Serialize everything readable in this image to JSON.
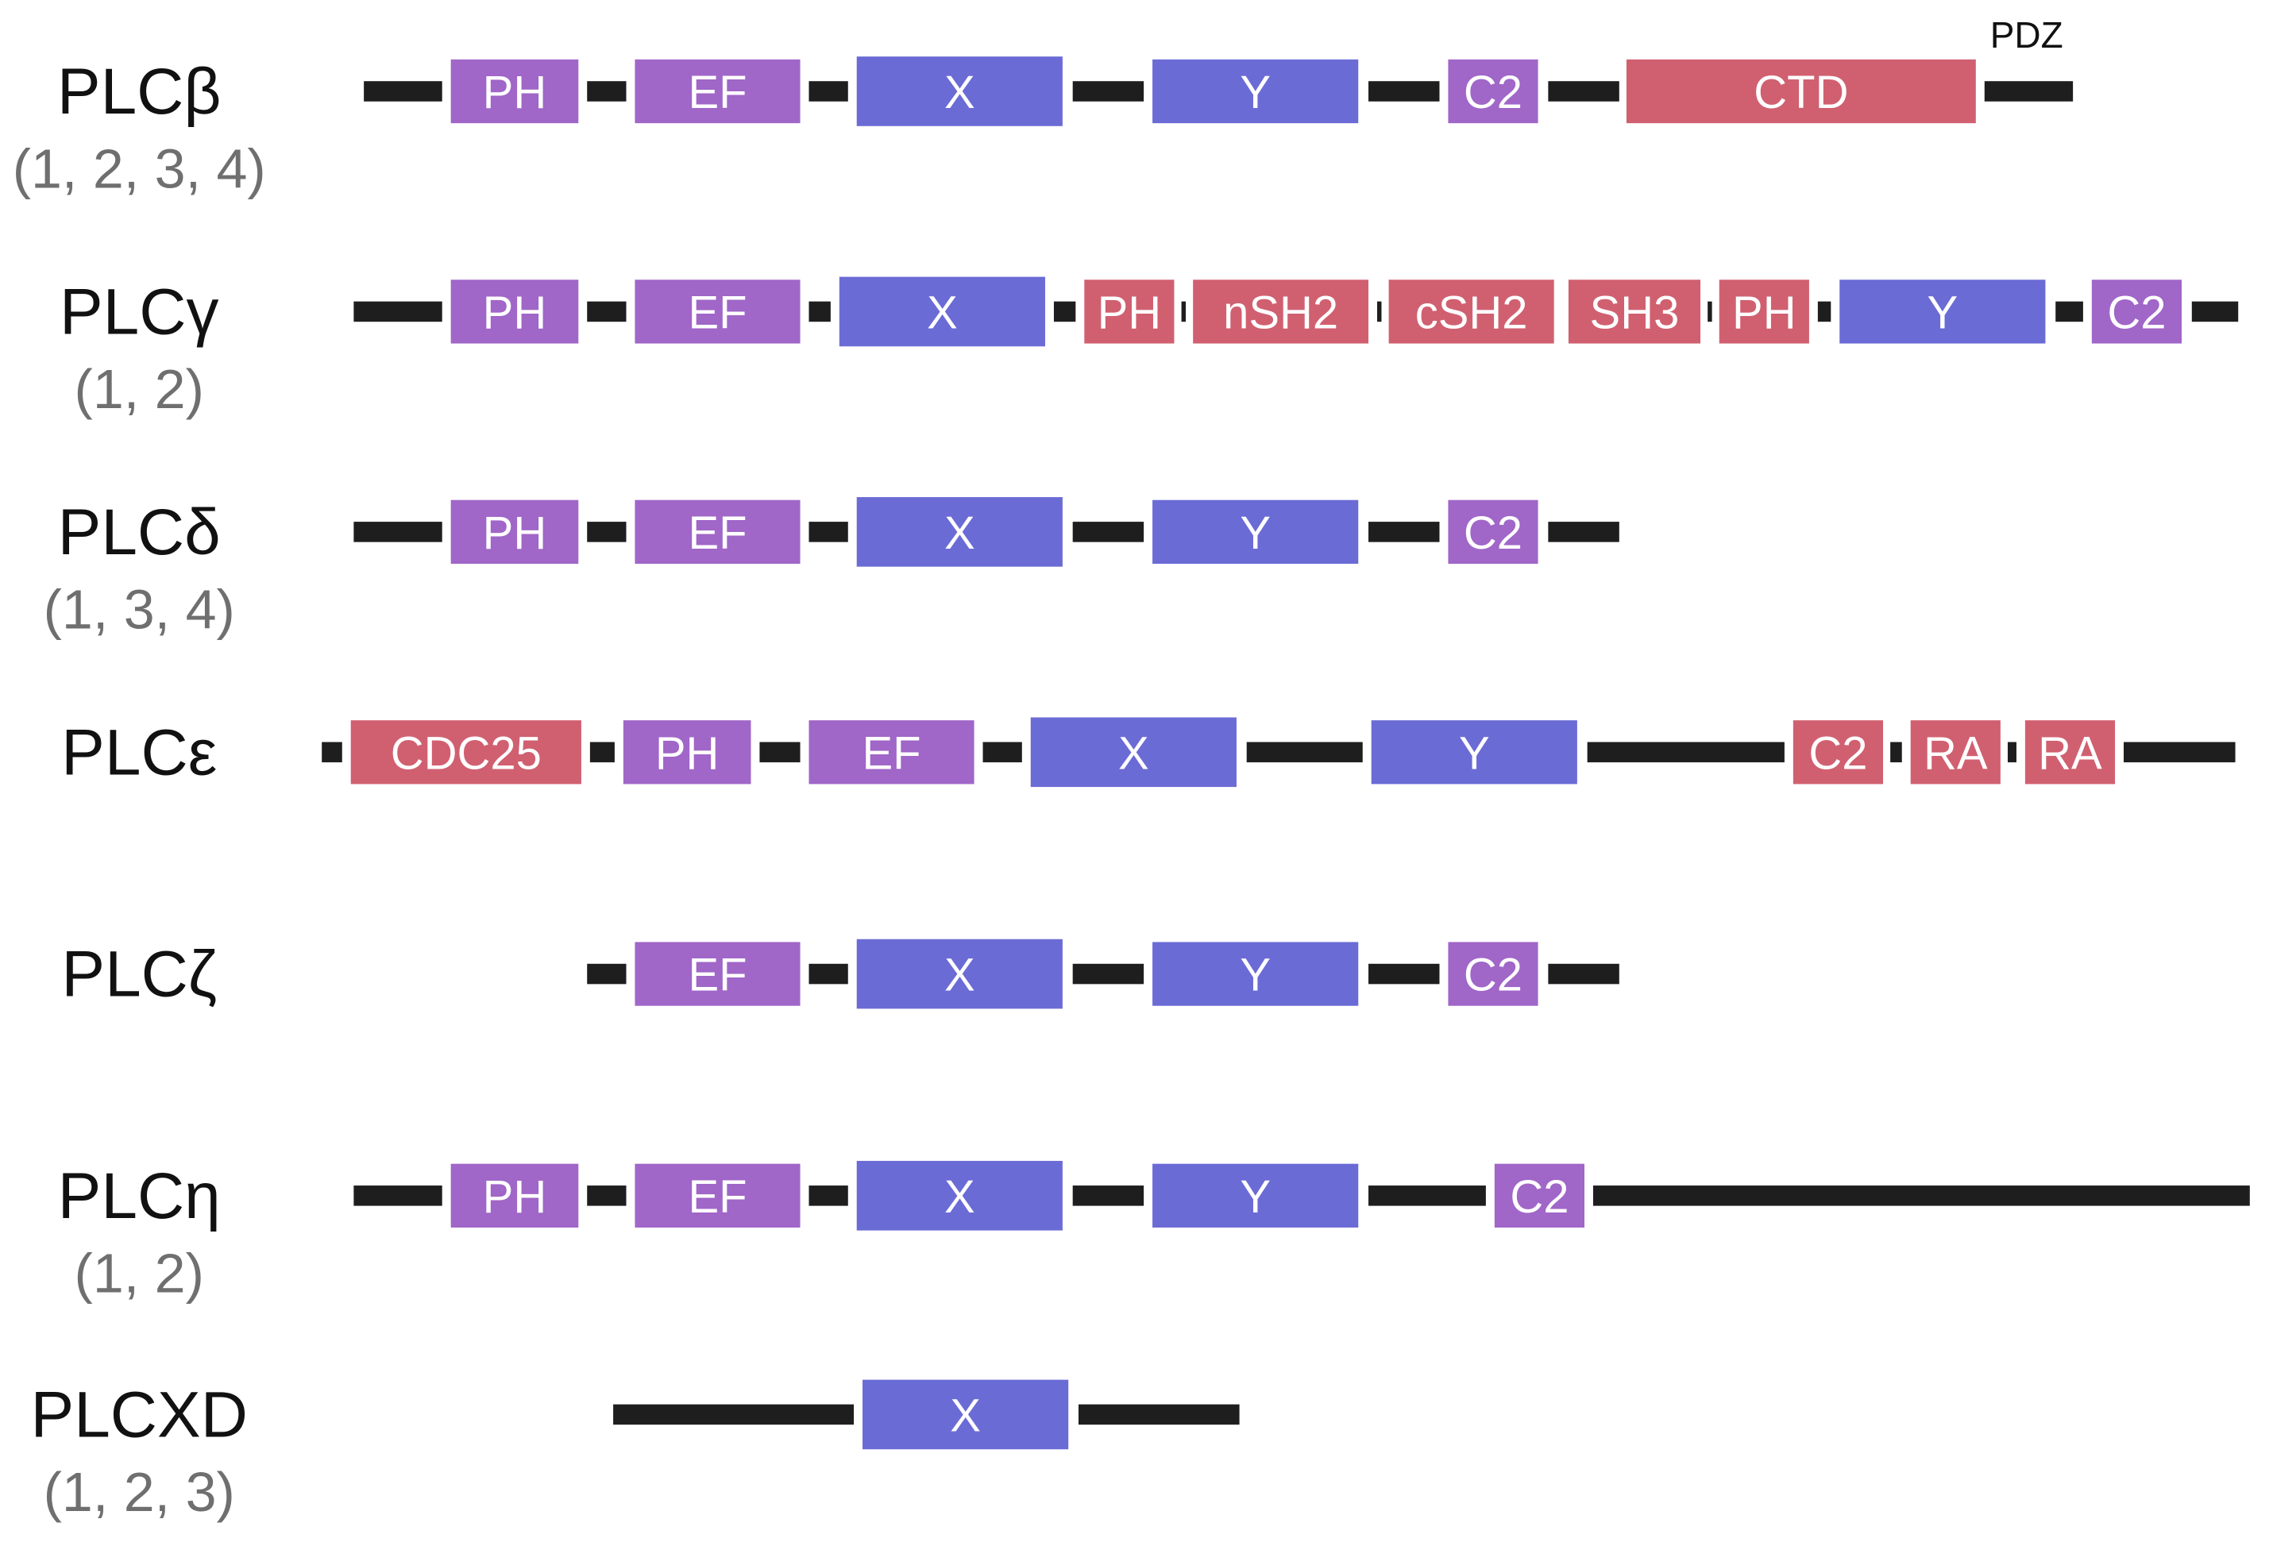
{
  "colors": {
    "linker": "#1e1e1e",
    "purple": "#a066c8",
    "blue": "#6b6bd6",
    "pink": "#d06070",
    "name_text": "#111111",
    "isoform_text": "#6f6f6f",
    "domain_text": "#ffffff"
  },
  "families": [
    {
      "name": "PLCβ",
      "isoforms": "(1, 2, 3, 4)",
      "domains": [
        {
          "label": "PH",
          "color": "purple"
        },
        {
          "label": "EF",
          "color": "purple"
        },
        {
          "label": "X",
          "color": "blue"
        },
        {
          "label": "Y",
          "color": "blue"
        },
        {
          "label": "C2",
          "color": "purple"
        },
        {
          "label": "CTD",
          "color": "pink"
        }
      ],
      "annotation": "PDZ"
    },
    {
      "name": "PLCγ",
      "isoforms": "(1, 2)",
      "domains": [
        {
          "label": "PH",
          "color": "purple"
        },
        {
          "label": "EF",
          "color": "purple"
        },
        {
          "label": "X",
          "color": "blue"
        },
        {
          "label": "PH",
          "color": "pink"
        },
        {
          "label": "nSH2",
          "color": "pink"
        },
        {
          "label": "cSH2",
          "color": "pink"
        },
        {
          "label": "SH3",
          "color": "pink"
        },
        {
          "label": "PH",
          "color": "pink"
        },
        {
          "label": "Y",
          "color": "blue"
        },
        {
          "label": "C2",
          "color": "purple"
        }
      ]
    },
    {
      "name": "PLCδ",
      "isoforms": "(1, 3, 4)",
      "domains": [
        {
          "label": "PH",
          "color": "purple"
        },
        {
          "label": "EF",
          "color": "purple"
        },
        {
          "label": "X",
          "color": "blue"
        },
        {
          "label": "Y",
          "color": "blue"
        },
        {
          "label": "C2",
          "color": "purple"
        }
      ]
    },
    {
      "name": "PLCε",
      "isoforms": "",
      "domains": [
        {
          "label": "CDC25",
          "color": "pink"
        },
        {
          "label": "PH",
          "color": "purple"
        },
        {
          "label": "EF",
          "color": "purple"
        },
        {
          "label": "X",
          "color": "blue"
        },
        {
          "label": "Y",
          "color": "blue"
        },
        {
          "label": "C2",
          "color": "pink"
        },
        {
          "label": "RA",
          "color": "pink"
        },
        {
          "label": "RA",
          "color": "pink"
        }
      ]
    },
    {
      "name": "PLCζ",
      "isoforms": "",
      "domains": [
        {
          "label": "EF",
          "color": "purple"
        },
        {
          "label": "X",
          "color": "blue"
        },
        {
          "label": "Y",
          "color": "blue"
        },
        {
          "label": "C2",
          "color": "purple"
        }
      ]
    },
    {
      "name": "PLCη",
      "isoforms": "(1, 2)",
      "domains": [
        {
          "label": "PH",
          "color": "purple"
        },
        {
          "label": "EF",
          "color": "purple"
        },
        {
          "label": "X",
          "color": "blue"
        },
        {
          "label": "Y",
          "color": "blue"
        },
        {
          "label": "C2",
          "color": "purple"
        }
      ]
    },
    {
      "name": "PLCXD",
      "isoforms": "(1, 2, 3)",
      "domains": [
        {
          "label": "X",
          "color": "blue"
        }
      ]
    }
  ]
}
